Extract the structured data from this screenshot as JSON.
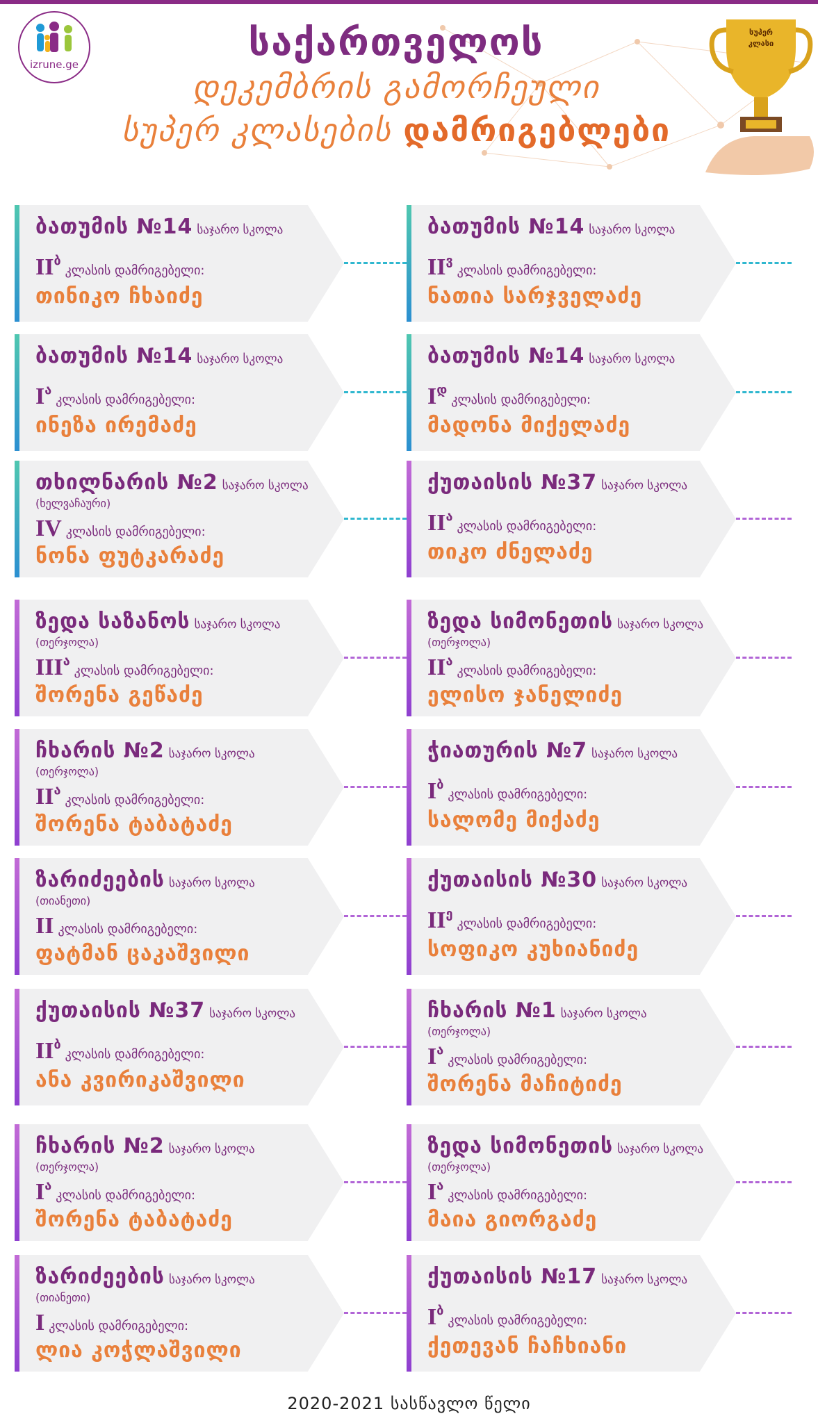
{
  "logo": {
    "text": "izrune.ge"
  },
  "title": {
    "line1": "საქართველოს",
    "line2": "დეკემბრის გამორჩეული",
    "line3_normal": "სუპერ კლასების",
    "line3_bold": "დამრიგებლები"
  },
  "trophy": {
    "label_top": "სუპერ",
    "label_bottom": "კლასი"
  },
  "winner_label": "კლასის დამრიგებელი:",
  "school_type": "საჯარო სკოლა",
  "cards": [
    {
      "city": "ბათუმის №14",
      "region": "",
      "roman": "II",
      "sup": "ბ",
      "winner": "თინიკო ჩხაიძე",
      "color": "teal"
    },
    {
      "city": "ბათუმის №14",
      "region": "",
      "roman": "II",
      "sup": "ვ",
      "winner": "ნათია სარჯველაძე",
      "color": "teal"
    },
    {
      "city": "ბათუმის №14",
      "region": "",
      "roman": "I",
      "sup": "ა",
      "winner": "ინეზა ირემაძე",
      "color": "teal"
    },
    {
      "city": "ბათუმის №14",
      "region": "",
      "roman": "I",
      "sup": "დ",
      "winner": "მადონა მიქელაძე",
      "color": "teal"
    },
    {
      "city": "თხილნარის №2",
      "region": "(ხელვაჩაური)",
      "roman": "IV",
      "sup": "",
      "winner": "ნონა ფუტკარაძე",
      "color": "teal"
    },
    {
      "city": "ქუთაისის №37",
      "region": "",
      "roman": "II",
      "sup": "ა",
      "winner": "თიკო ძნელაძე",
      "color": "purple"
    },
    {
      "city": "ზედა საზანოს",
      "region": "(თერჯოლა)",
      "roman": "III",
      "sup": "ა",
      "winner": "შორენა გეწაძე",
      "color": "purple"
    },
    {
      "city": "ზედა სიმონეთის",
      "region": "(თერჯოლა)",
      "roman": "II",
      "sup": "ა",
      "winner": "ელისო ჯანელიძე",
      "color": "purple"
    },
    {
      "city": "ჩხარის №2",
      "region": "(თერჯოლა)",
      "roman": "II",
      "sup": "ა",
      "winner": "შორენა ტაბატაძე",
      "color": "purple"
    },
    {
      "city": "ჭიათურის №7",
      "region": "",
      "roman": "I",
      "sup": "ბ",
      "winner": "სალომე მიქაძე",
      "color": "purple"
    },
    {
      "city": "ზარიძეების",
      "region": "(თიანეთი)",
      "roman": "II",
      "sup": "",
      "winner": "ფატმან ცაკაშვილი",
      "color": "purple"
    },
    {
      "city": "ქუთაისის №30",
      "region": "",
      "roman": "II",
      "sup": "ე",
      "winner": "სოფიკო კუხიანიძე",
      "color": "purple"
    },
    {
      "city": "ქუთაისის №37",
      "region": "",
      "roman": "II",
      "sup": "ბ",
      "winner": "ანა კვირიკაშვილი",
      "color": "purple"
    },
    {
      "city": "ჩხარის №1",
      "region": "(თერჯოლა)",
      "roman": "I",
      "sup": "ა",
      "winner": "შორენა მაჩიტიძე",
      "color": "purple"
    },
    {
      "city": "ჩხარის №2",
      "region": "(თერჯოლა)",
      "roman": "I",
      "sup": "ა",
      "winner": "შორენა ტაბატაძე",
      "color": "purple"
    },
    {
      "city": "ზედა სიმონეთის",
      "region": "(თერჯოლა)",
      "roman": "I",
      "sup": "ა",
      "winner": "მაია გიორგაძე",
      "color": "purple"
    },
    {
      "city": "ზარიძეების",
      "region": "(თიანეთი)",
      "roman": "I",
      "sup": "",
      "winner": "ლია კოჭლაშვილი",
      "color": "purple"
    },
    {
      "city": "ქუთაისის №17",
      "region": "",
      "roman": "I",
      "sup": "ბ",
      "winner": "ქეთევან ჩაჩხიანი",
      "color": "purple"
    }
  ],
  "footer": "2020-2021 სასწავლო წელი"
}
